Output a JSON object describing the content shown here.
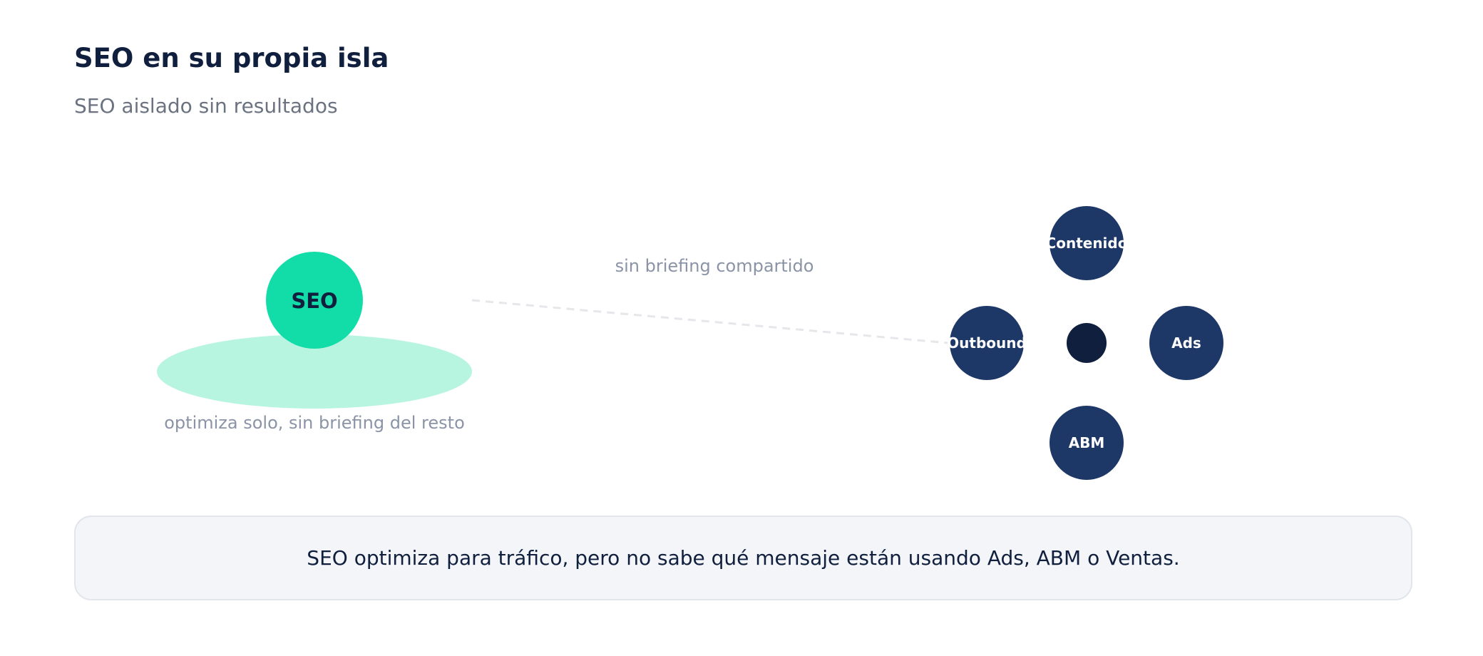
{
  "header": {
    "title": "SEO en su propia isla",
    "subtitle": "SEO aislado sin resultados"
  },
  "island": {
    "node_label": "SEO",
    "caption": "optimiza solo, sin briefing del resto"
  },
  "connector": {
    "label": "sin briefing compartido"
  },
  "cluster": {
    "nodes": {
      "top": "Contenido",
      "left": "Outbound",
      "right": "Ads",
      "bottom": "ABM"
    }
  },
  "callout": {
    "text": "SEO optimiza para tráfico, pero no sabe qué mensaje están usando Ads, ABM o Ventas."
  },
  "colors": {
    "title": "#0f1f3d",
    "subtitle": "#6b7280",
    "muted_text": "#8a94a6",
    "seo_node": "#12dca8",
    "island": "#b8f5e1",
    "cluster_node": "#1d3766",
    "cluster_hub": "#0f1f3d",
    "dashed_line": "#e5e7eb",
    "callout_bg": "#f3f5f9",
    "callout_border": "#e2e6ec"
  }
}
